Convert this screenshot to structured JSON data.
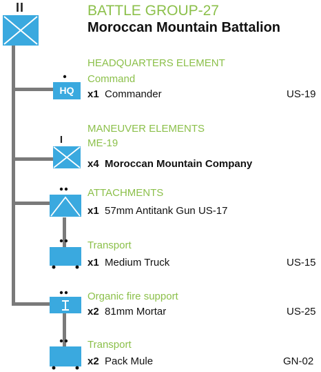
{
  "title": {
    "group": "BATTLE GROUP-27",
    "battalion": "Moroccan Mountain Battalion",
    "size_mark": "II"
  },
  "sections": {
    "hq": {
      "header": "HEADQUARTERS ELEMENT",
      "sub": "Command",
      "symbol_text": "HQ",
      "row": {
        "qty": "x1",
        "name": "Commander",
        "ref": "US-19"
      }
    },
    "maneuver": {
      "header": "MANEUVER ELEMENTS",
      "sub": "ME-19",
      "size_mark": "I",
      "row": {
        "qty": "x4",
        "name": "Moroccan Mountain Company"
      }
    },
    "attachments": {
      "header": "ATTACHMENTS",
      "row": {
        "qty": "x1",
        "name": "57mm Antitank Gun",
        "ref": "US-17"
      }
    },
    "transport1": {
      "header": "Transport",
      "row": {
        "qty": "x1",
        "name": "Medium Truck",
        "ref": "US-15"
      }
    },
    "fire_support": {
      "header": "Organic fire support",
      "row": {
        "qty": "x2",
        "name": "81mm Mortar",
        "ref": "US-25"
      }
    },
    "transport2": {
      "header": "Transport",
      "row": {
        "qty": "x2",
        "name": "Pack Mule",
        "ref": "GN-02"
      }
    }
  },
  "colors": {
    "symbol_fill": "#3aa9df",
    "accent_green": "#8cc04b",
    "line_gray": "#7a7a7a"
  }
}
